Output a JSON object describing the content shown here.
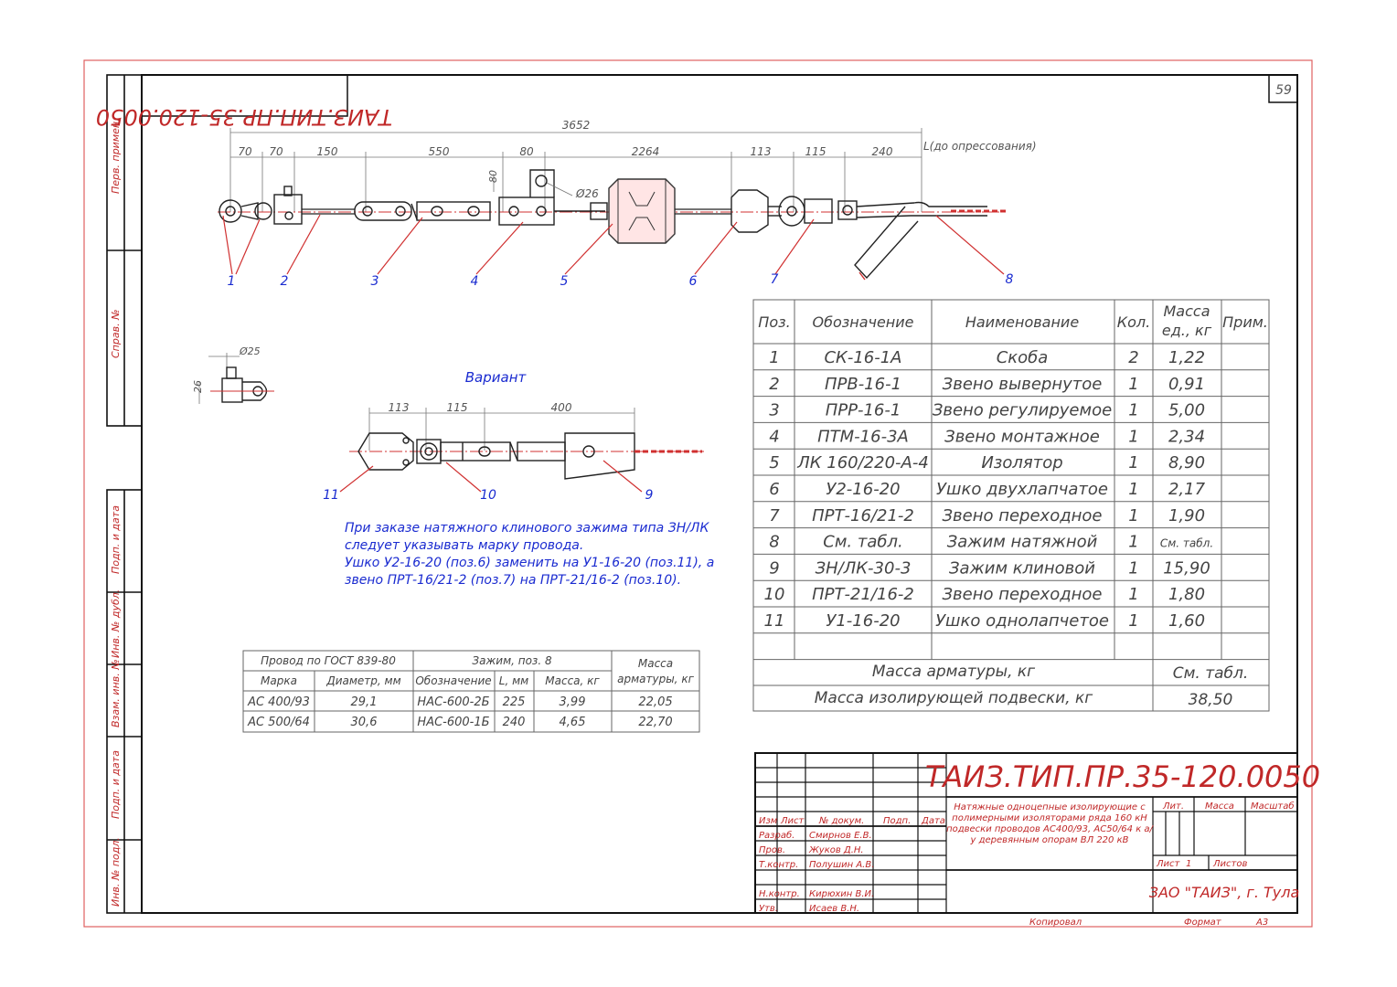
{
  "sheet": {
    "page_number": "59",
    "mirrored_code": "ТАИЗ.ТИП.ПР.35-120.0050",
    "side_labels": [
      "Перв. примен.",
      "Справ. №",
      "Подп. и дата",
      "Инв. № дубл.",
      "Взам. инв. №",
      "Подп. и дата",
      "Инв. № подл."
    ]
  },
  "main_drawing": {
    "overall_dim": "3652",
    "dims": [
      "70",
      "70",
      "150",
      "550",
      "80",
      "2264",
      "113",
      "115",
      "240"
    ],
    "L_label": "L(до опрессования)",
    "dim_80_vert": "80",
    "diameter": "Ø26",
    "callouts": [
      "1",
      "2",
      "3",
      "4",
      "5",
      "6",
      "7",
      "8"
    ]
  },
  "detail": {
    "diameter": "Ø25",
    "dim_26": "26"
  },
  "variant": {
    "title": "Вариант",
    "dims": [
      "113",
      "115",
      "400"
    ],
    "callouts": [
      "11",
      "10",
      "9"
    ]
  },
  "note": {
    "lines": [
      "При заказе натяжного клинового зажима типа ЗН/ЛК",
      "следует указывать марку провода.",
      "Ушко У2-16-20 (поз.6) заменить на У1-16-20 (поз.11), а",
      "звено ПРТ-16/21-2 (поз.7) на ПРТ-21/16-2 (поз.10)."
    ]
  },
  "spec_table": {
    "headers": [
      "Поз.",
      "Обозначение",
      "Наименование",
      "Кол.",
      "Масса ед., кг",
      "Прим."
    ],
    "header_mass_l1": "Масса",
    "header_mass_l2": "ед., кг",
    "rows": [
      [
        "1",
        "СК-16-1А",
        "Скоба",
        "2",
        "1,22"
      ],
      [
        "2",
        "ПРВ-16-1",
        "Звено вывернутое",
        "1",
        "0,91"
      ],
      [
        "3",
        "ПРР-16-1",
        "Звено регулируемое",
        "1",
        "5,00"
      ],
      [
        "4",
        "ПТМ-16-3А",
        "Звено монтажное",
        "1",
        "2,34"
      ],
      [
        "5",
        "ЛК 160/220-А-4",
        "Изолятор",
        "1",
        "8,90"
      ],
      [
        "6",
        "У2-16-20",
        "Ушко двухлапчатое",
        "1",
        "2,17"
      ],
      [
        "7",
        "ПРТ-16/21-2",
        "Звено переходное",
        "1",
        "1,90"
      ],
      [
        "8",
        "См. табл.",
        "Зажим натяжной",
        "1",
        "См. табл."
      ],
      [
        "9",
        "ЗН/ЛК-30-3",
        "Зажим клиновой",
        "1",
        "15,90"
      ],
      [
        "10",
        "ПРТ-21/16-2",
        "Звено переходное",
        "1",
        "1,80"
      ],
      [
        "11",
        "У1-16-20",
        "Ушко однолапчетое",
        "1",
        "1,60"
      ]
    ],
    "sum1_label": "Масса арматуры, кг",
    "sum1_value": "См. табл.",
    "sum2_label": "Масса изолирующей подвески, кг",
    "sum2_value": "38,50"
  },
  "wire_table": {
    "group1": "Провод по ГОСТ 839-80",
    "group2": "Зажим, поз. 8",
    "group3_l1": "Масса",
    "group3_l2": "арматуры, кг",
    "sub": [
      "Марка",
      "Диаметр, мм",
      "Обозначение",
      "L, мм",
      "Масса, кг"
    ],
    "rows": [
      [
        "АС 400/93",
        "29,1",
        "НАС-600-2Б",
        "225",
        "3,99",
        "22,05"
      ],
      [
        "АС 500/64",
        "30,6",
        "НАС-600-1Б",
        "240",
        "4,65",
        "22,70"
      ]
    ]
  },
  "title_block": {
    "code": "ТАИЗ.ТИП.ПР.35-120.0050",
    "desc": [
      "Натяжные одноцепные изолирующие с",
      "полимерными изоляторами ряда 160 кН",
      "подвески проводов АС400/93, АС50/64 к а/",
      "у деревянным опорам ВЛ 220 кВ"
    ],
    "hdr": [
      "Изм",
      "Лист",
      "№ докум.",
      "Подп.",
      "Дата"
    ],
    "roles": [
      "Разраб.",
      "Пров.",
      "Т.контр.",
      "",
      "Н.контр.",
      "Утв."
    ],
    "names": [
      "Смирнов Е.В.",
      "Жуков Д.Н.",
      "Полушин А.В.",
      "",
      "Кирюхин В.И.",
      "Исаев В.Н."
    ],
    "lit": "Лит.",
    "mass": "Масса",
    "scale": "Масштаб",
    "sheet": "Лист",
    "sheet_no": "1",
    "sheets": "Листов",
    "company": "ЗАО \"ТАИЗ\", г. Тула",
    "copied": "Копировал",
    "format_label": "Формат",
    "format": "А3"
  }
}
